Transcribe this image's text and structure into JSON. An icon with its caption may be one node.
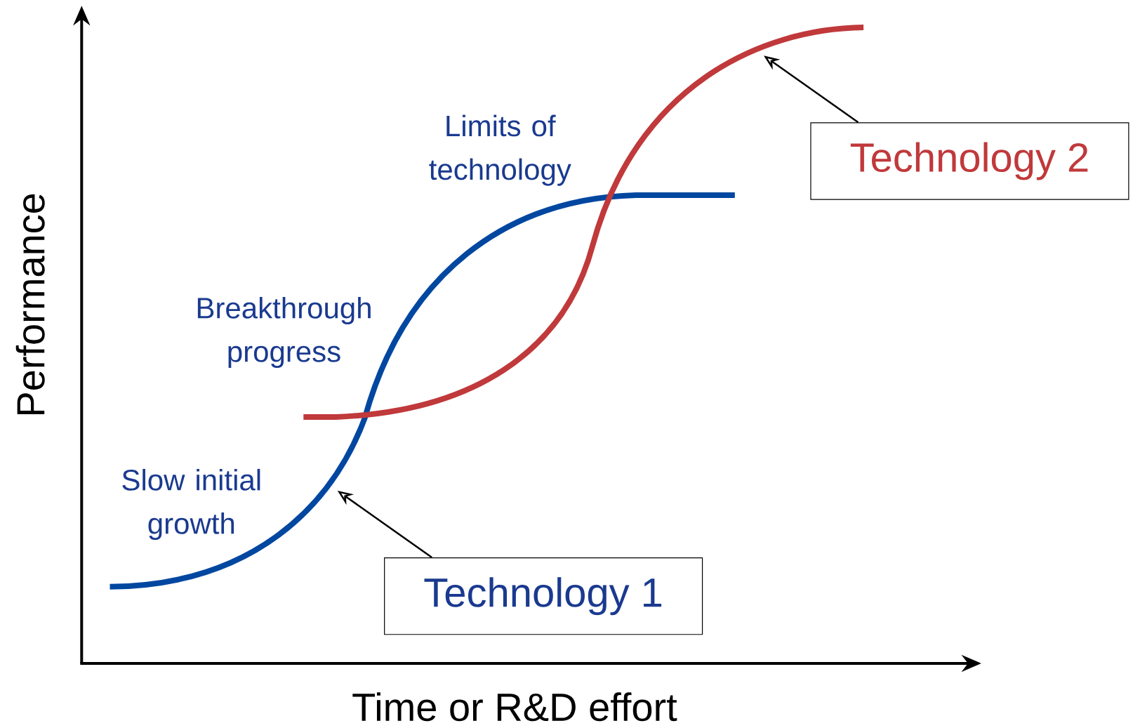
{
  "diagram": {
    "nodes": [
      {
        "text": [
          "Technology 1"
        ]
      },
      {
        "text": [
          "Technology 2"
        ]
      },
      {
        "text": [],
        "shape": "curve"
      },
      {
        "text": [],
        "shape": "curve"
      }
    ],
    "edges": [
      {
        "from": 0,
        "to": 2,
        "arrow": "to"
      },
      {
        "from": 1,
        "to": 3,
        "arrow": "to"
      }
    ],
    "labels": [
      "Limits of technology",
      "Breakthrough progress",
      "Slow initial growth",
      "Performance",
      "Time or R&D effort"
    ]
  }
}
